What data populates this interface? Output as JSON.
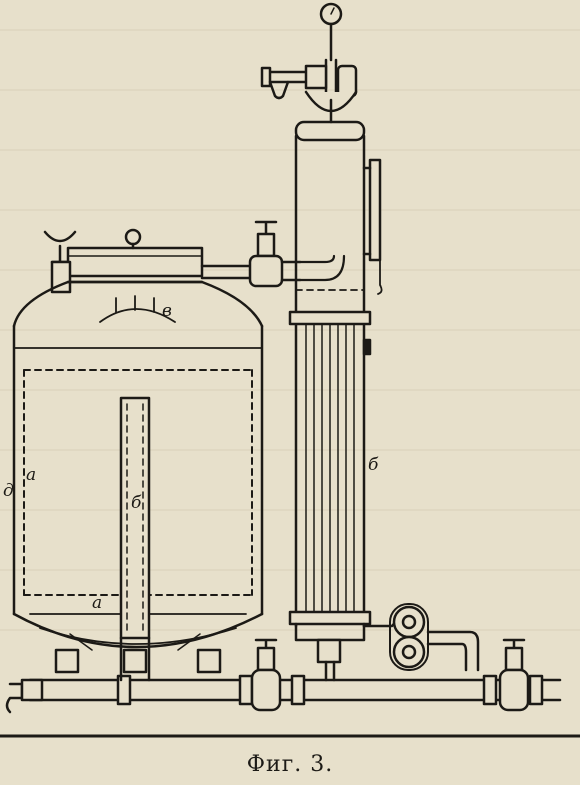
{
  "labels": {
    "a_upper": "a",
    "d": "д",
    "b_tube": "б",
    "a_lower": "a",
    "v": "в",
    "b_column": "б"
  },
  "caption": "Фиг. 3.",
  "colors": {
    "paper": "#e7e0cb",
    "ink": "#1c1a16",
    "shade": "#bdb59c"
  }
}
